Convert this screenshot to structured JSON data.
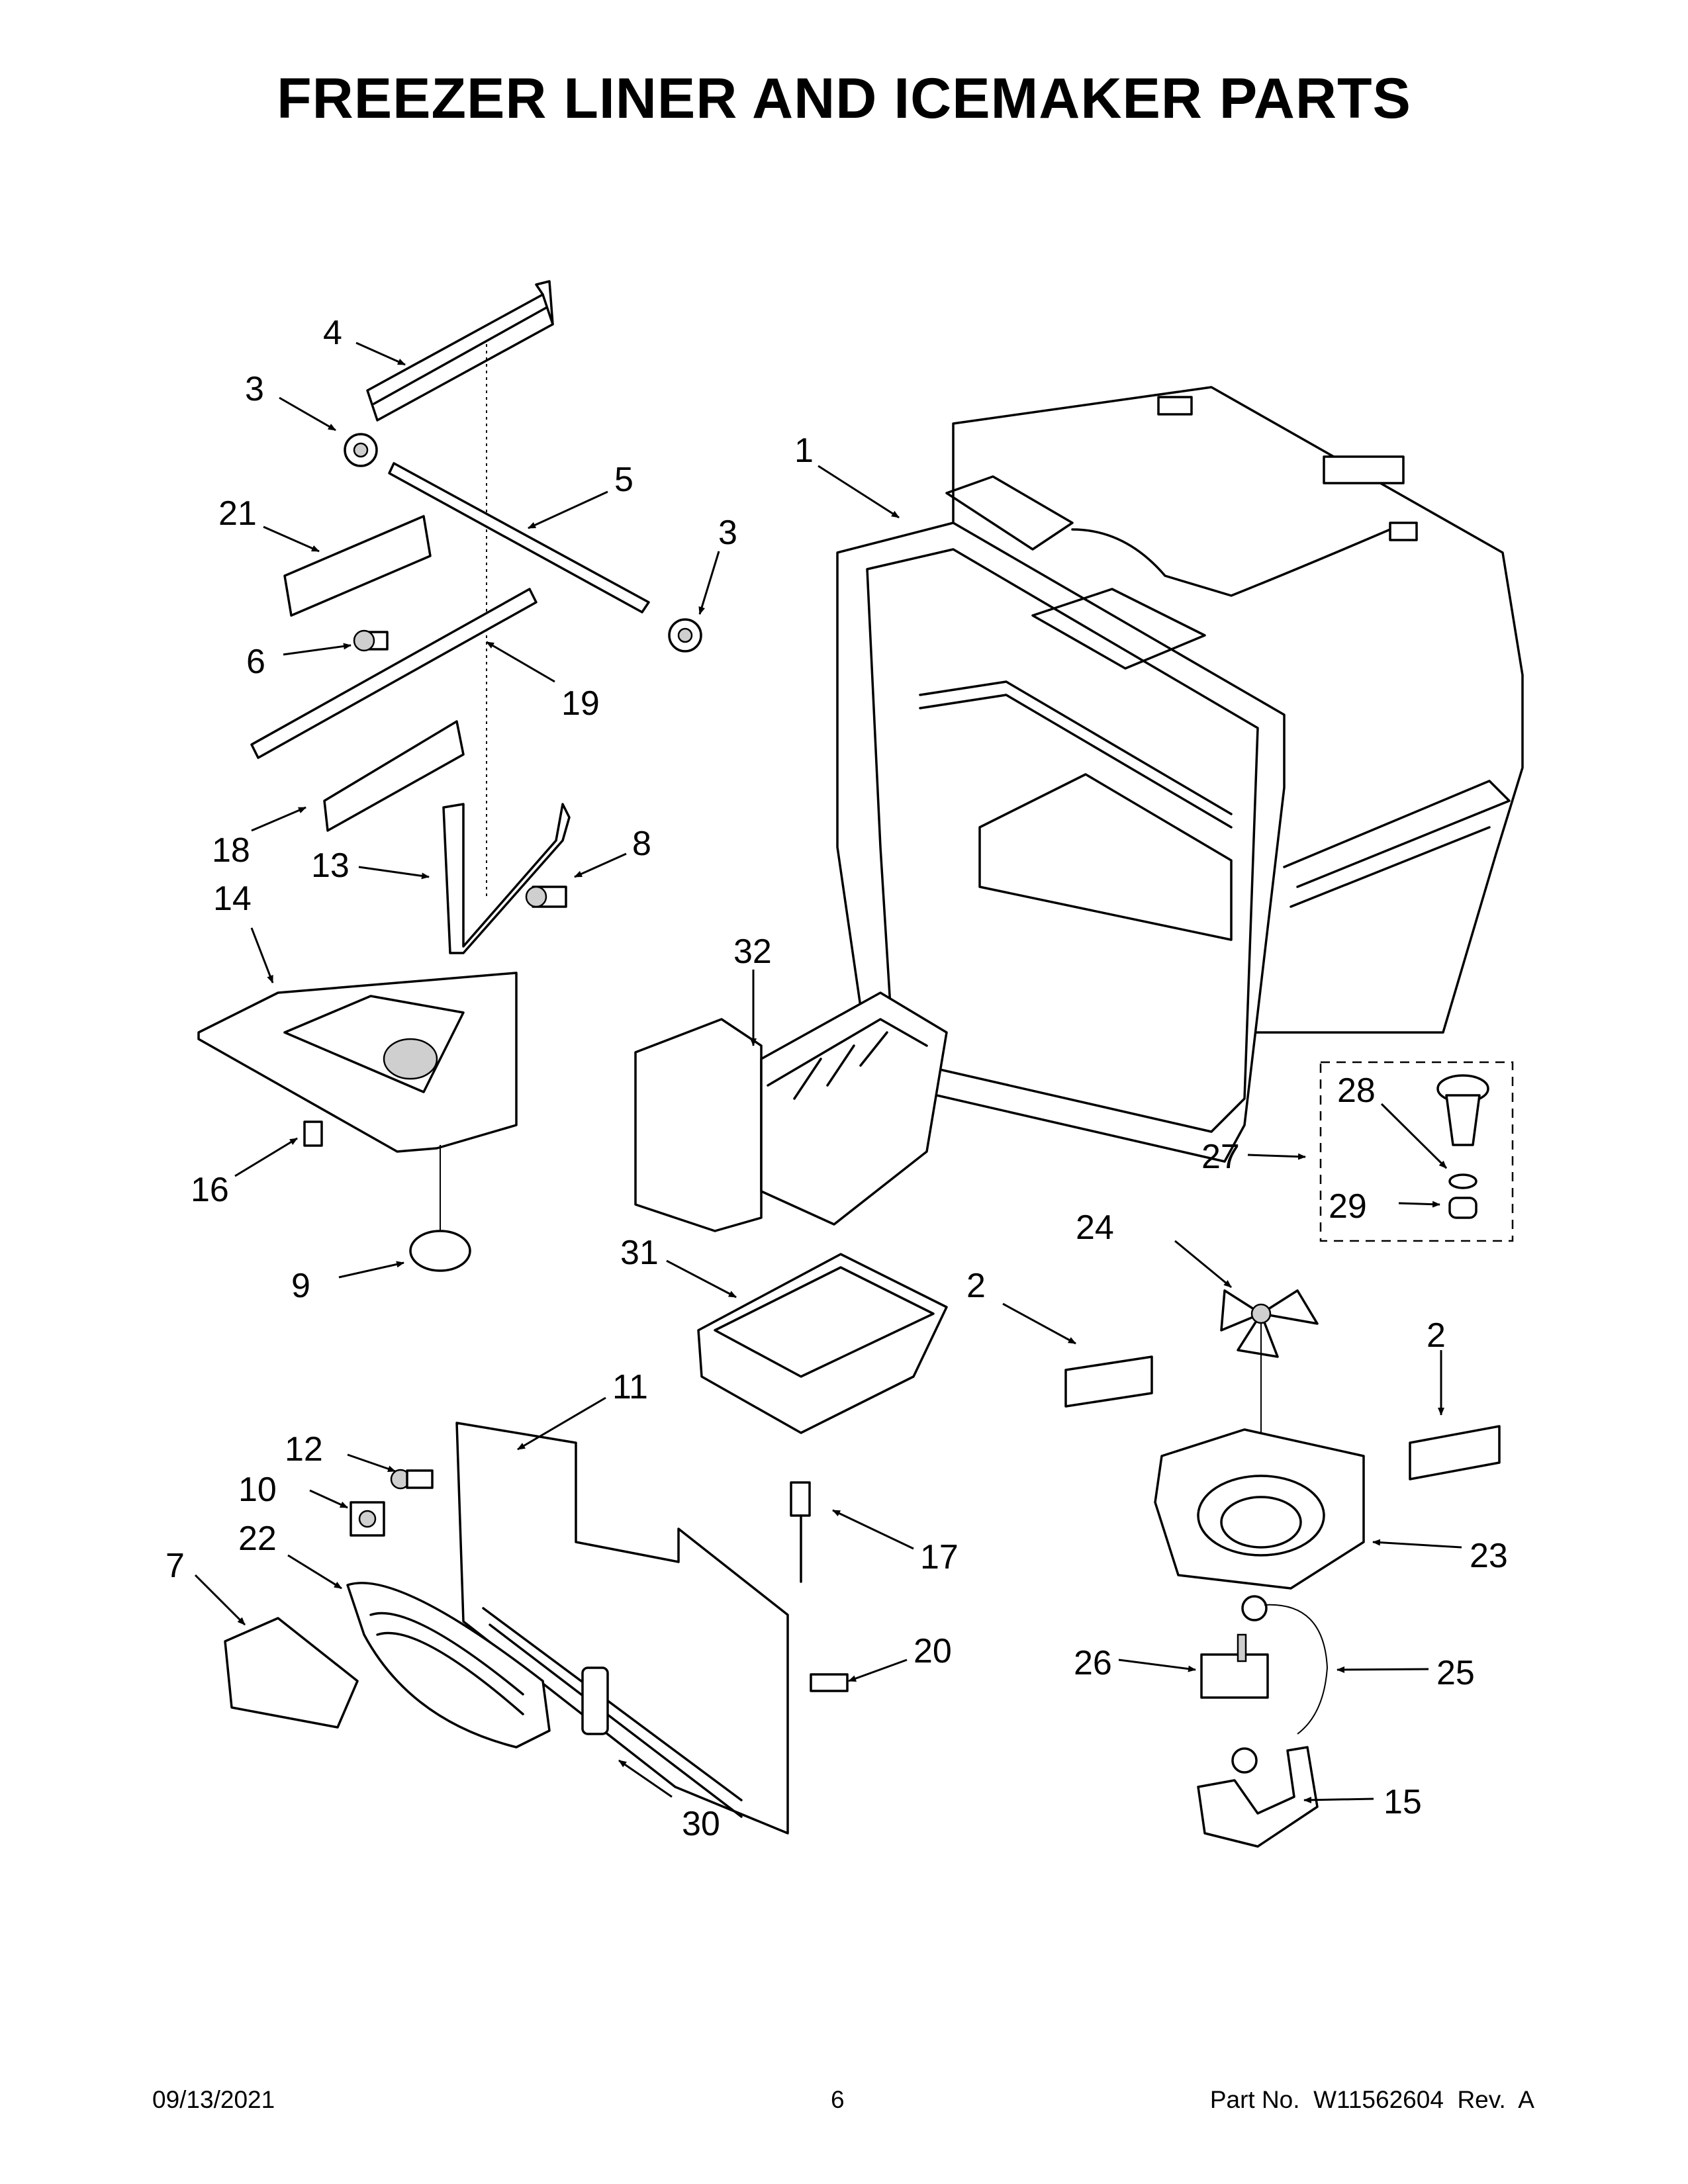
{
  "title": "FREEZER LINER AND ICEMAKER PARTS",
  "callouts": [
    "1",
    "2",
    "2",
    "3",
    "3",
    "4",
    "5",
    "6",
    "7",
    "8",
    "9",
    "10",
    "11",
    "12",
    "13",
    "14",
    "15",
    "16",
    "17",
    "18",
    "19",
    "20",
    "21",
    "22",
    "23",
    "24",
    "25",
    "26",
    "27",
    "28",
    "29",
    "30",
    "31",
    "32"
  ],
  "footer": {
    "date": "09/13/2021",
    "page": "6",
    "part_no": "Part No.  W11562604  Rev.  A"
  }
}
